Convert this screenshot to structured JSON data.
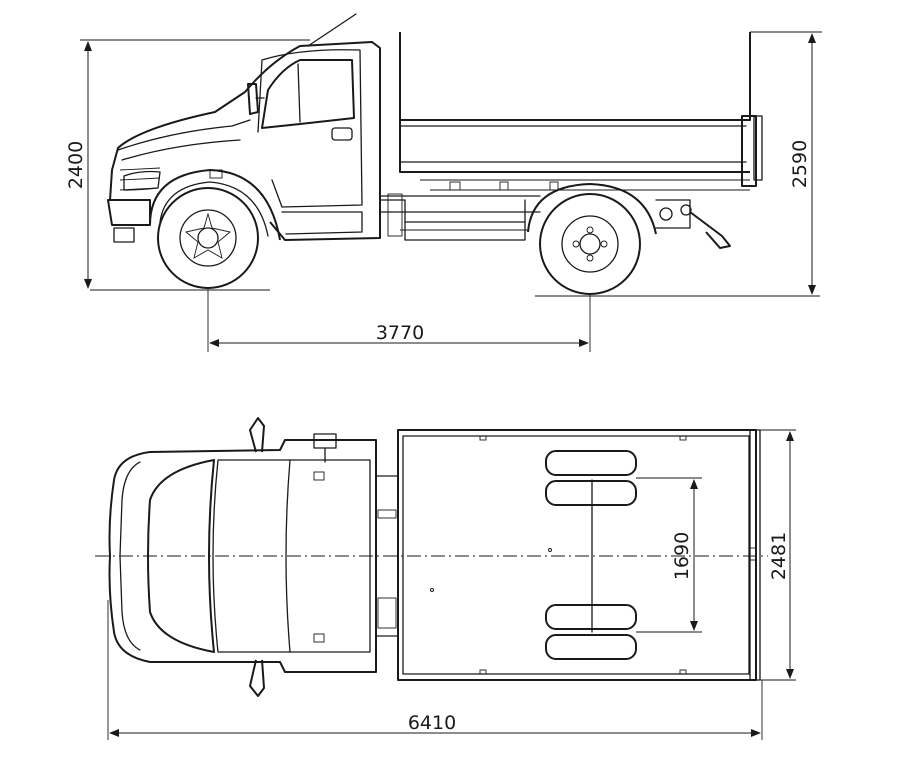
{
  "dimensions": {
    "wheelbase": "3770",
    "cab_height": "2400",
    "body_height": "2590",
    "overall_length": "6410",
    "overall_width": "2481",
    "rear_track": "1690"
  },
  "colors": {
    "line": "#1a1a1a",
    "background": "#ffffff"
  }
}
